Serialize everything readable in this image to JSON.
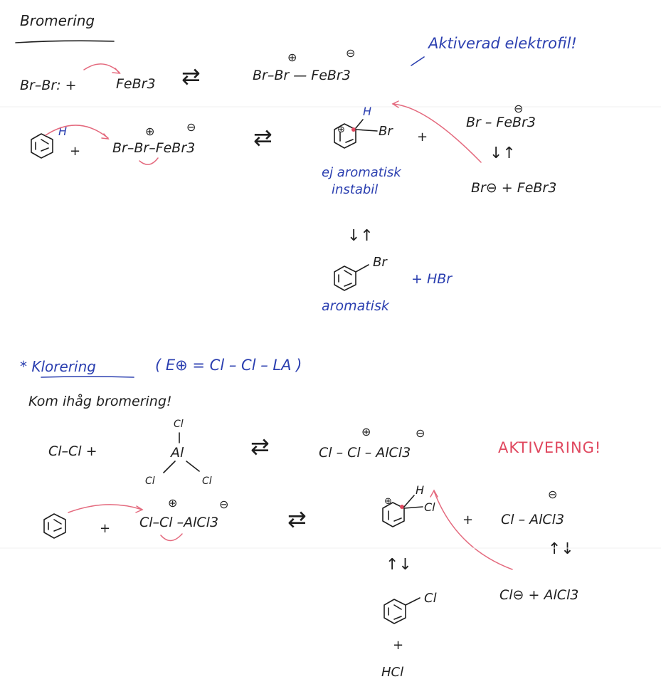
{
  "sections": {
    "bromination": {
      "heading": "Bromering",
      "step1": {
        "reactant": "Br–Br: +",
        "lewis_acid": "FeBr3",
        "eq": "⇄",
        "product": "Br–Br — FeBr3",
        "plus_charge": "⊕",
        "minus_charge": "⊖",
        "note": "Aktiverad elektrofil!"
      },
      "step2": {
        "plus": "+",
        "electrophile": "Br–Br–FeBr3",
        "plus_charge": "⊕",
        "minus_charge": "⊖",
        "eq": "⇄",
        "intermediate_h": "H",
        "intermediate_br": "Br",
        "intermediate_charge": "⊕",
        "plus2": "+",
        "anion": "Br – FeBr3",
        "anion_charge": "⊖",
        "eq_vertical": "↓↑",
        "dissociated": "Br⊖ + FeBr3",
        "note_line1": "ej aromatisk",
        "note_line2": "instabil",
        "h_label": "H"
      },
      "step3": {
        "eq_vertical": "↓↑",
        "product_sub": "Br",
        "byproduct": "+ HBr",
        "note": "aromatisk"
      }
    },
    "chlorination": {
      "heading": "* Klorering",
      "formula": "( E⊕ = Cl – Cl – LA )",
      "reminder": "Kom ihåg bromering!",
      "step1": {
        "reactant": "Cl–Cl  +",
        "al": "Al",
        "cl_top": "Cl",
        "cl_left": "Cl",
        "cl_right": "Cl",
        "eq": "⇄",
        "product": "Cl – Cl – AlCl3",
        "plus_charge": "⊕",
        "minus_charge": "⊖",
        "note": "AKTIVERING!"
      },
      "step2": {
        "plus": "+",
        "electrophile": "Cl–Cl –AlCl3",
        "plus_charge": "⊕",
        "minus_charge": "⊖",
        "eq": "⇄",
        "intermediate_h": "H",
        "intermediate_cl": "Cl",
        "intermediate_charge": "⊕",
        "plus2": "+",
        "anion": "Cl – AlCl3",
        "anion_charge": "⊖",
        "eq_vertical": "↑↓",
        "dissociated": "Cl⊖ + AlCl3",
        "eq_vertical_left": "↑↓"
      },
      "step3": {
        "product_sub": "Cl",
        "plus": "+",
        "byproduct": "HCl"
      }
    }
  },
  "colors": {
    "ink": "#1f1f1f",
    "blue_ink": "#2b3fb0",
    "red_ink": "#e0485f"
  }
}
